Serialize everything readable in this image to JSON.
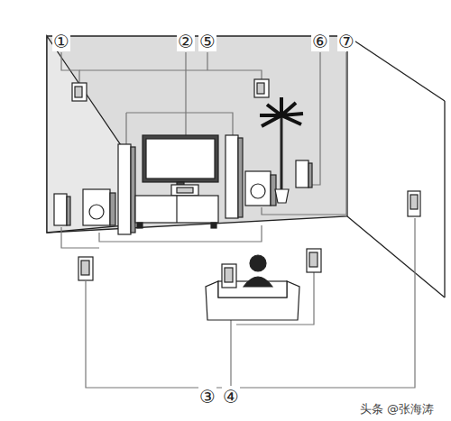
{
  "diagram": {
    "labels": [
      "①",
      "②",
      "⑤",
      "⑥",
      "⑦",
      "③",
      "④",
      "头条 @张海涛"
    ]
  }
}
